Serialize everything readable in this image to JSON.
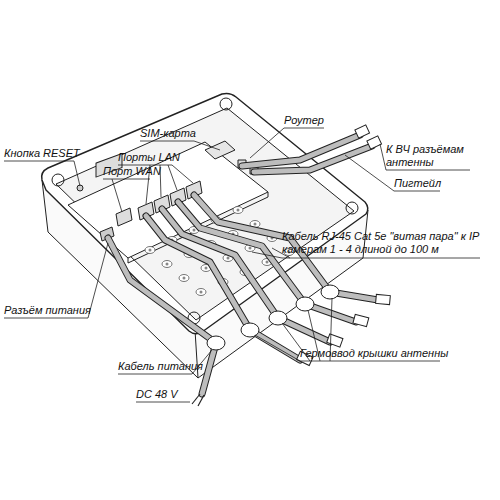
{
  "diagram": {
    "labels": [
      "Кнопка RESET",
      "SIM-карта",
      "Порты LAN",
      "Порт WAN",
      "Роутер",
      "К ВЧ разъёмам антенны",
      "Пигтейл",
      "Кабель RJ-45 Cat 5e \"витая пара\" к IP камерам 1 - 4 длиной до 100 м",
      "Разъём питания",
      "Гермоввод крышки антенны",
      "Кабель питания",
      "DC 48 V"
    ]
  }
}
